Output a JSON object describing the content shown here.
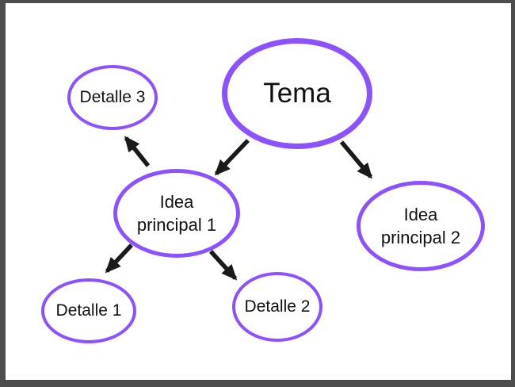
{
  "colors": {
    "frame": "#4d4d4d",
    "canvas-bg": "#ffffff",
    "node-border": "#8c52ff",
    "arrow": "#1a1a1a",
    "text": "#111111"
  },
  "diagram": {
    "type": "mindmap",
    "nodes": [
      {
        "id": "tema",
        "label": "Tema"
      },
      {
        "id": "idea-principal-1",
        "label": "Idea principal 1"
      },
      {
        "id": "idea-principal-2",
        "label": "Idea principal 2"
      },
      {
        "id": "detalle-1",
        "label": "Detalle 1"
      },
      {
        "id": "detalle-2",
        "label": "Detalle 2"
      },
      {
        "id": "detalle-3",
        "label": "Detalle 3"
      }
    ],
    "edges": [
      {
        "from": "tema",
        "to": "idea-principal-1"
      },
      {
        "from": "tema",
        "to": "idea-principal-2"
      },
      {
        "from": "idea-principal-1",
        "to": "detalle-3"
      },
      {
        "from": "idea-principal-1",
        "to": "detalle-1"
      },
      {
        "from": "idea-principal-1",
        "to": "detalle-2"
      }
    ]
  }
}
